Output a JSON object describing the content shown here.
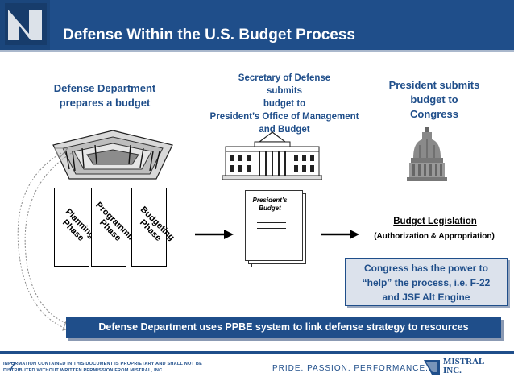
{
  "header": {
    "title": "Defense Within the U.S. Budget Process"
  },
  "steps": {
    "dept_prepares": "Defense Department\nprepares a budget",
    "secdef_submits": "Secretary of Defense\nsubmits\nbudget  to\nPresident’s Office of Management\nand Budget",
    "president_submits": "President submits\nbudget to\nCongress"
  },
  "phases": [
    "Planning\nPhase",
    "Programming\nPhase",
    "Budgeting\nPhase"
  ],
  "budget_doc": {
    "label": "President’s\nBudget"
  },
  "legislation": {
    "title": "Budget Legislation",
    "subtitle": "(Authorization & Appropriation)"
  },
  "congress_note": "Congress has the power to\n“help” the process, i.e. F-22\nand JSF Alt Engine",
  "ppbe_banner": "Defense Department uses PPBE system to link defense strategy to resources",
  "footer": {
    "disclaimer": "Information contained in this document is proprietary and shall not be distributed without written permission from Mistral, Inc.",
    "page_number": "7",
    "tagline": "PRIDE. PASSION. PERFORMANCE.",
    "company": "MISTRAL\nINC."
  },
  "colors": {
    "brand_blue": "#1f4e8a",
    "callout_fill": "#dce2ec"
  },
  "icons": [
    "pentagon-icon",
    "white-house-icon",
    "capitol-dome-icon",
    "document-stack-icon",
    "right-arrow-icon",
    "curved-arrow-icon",
    "mistral-logo-icon"
  ]
}
